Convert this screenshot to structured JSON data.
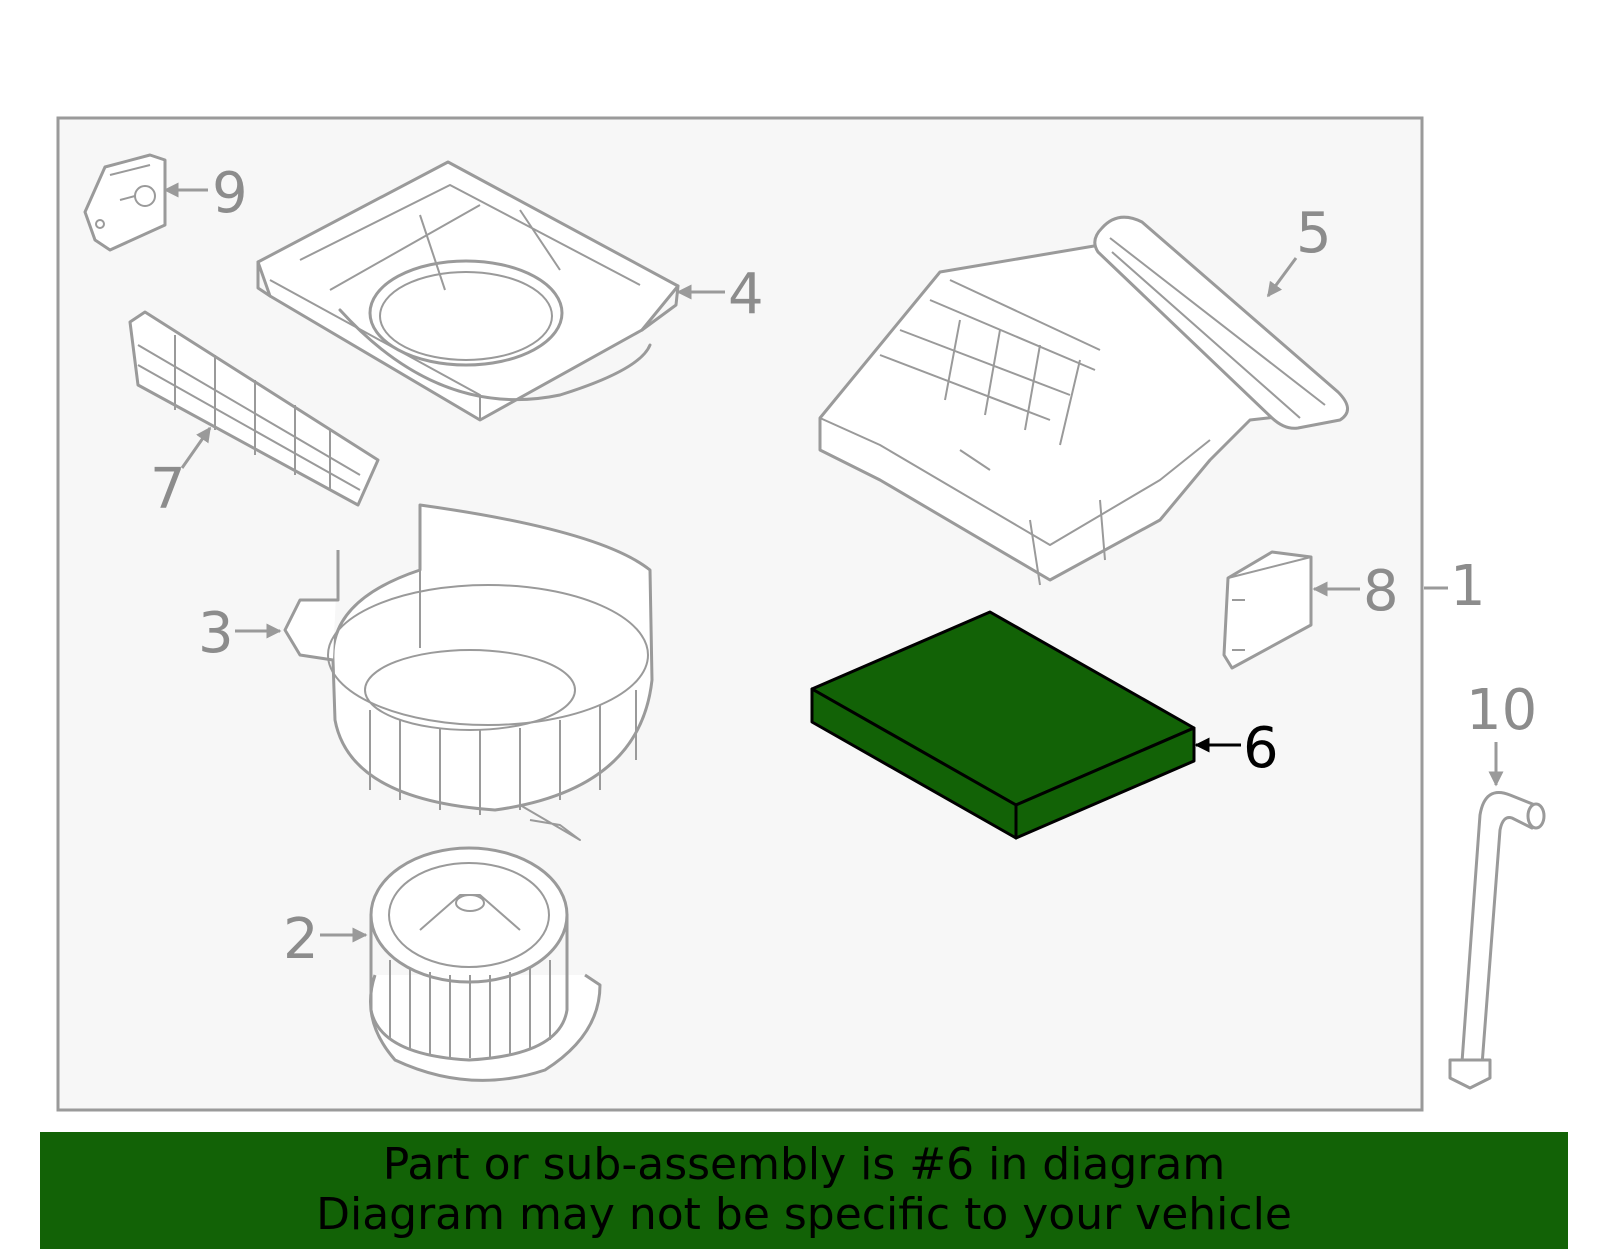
{
  "callouts": {
    "c1": "1",
    "c2": "2",
    "c3": "3",
    "c4": "4",
    "c5": "5",
    "c6": "6",
    "c7": "7",
    "c8": "8",
    "c9": "9",
    "c10": "10"
  },
  "highlighted_part": "6",
  "colors": {
    "highlight": "#126206",
    "line": "#9a9a9a",
    "frame_background": "#f7f7f7",
    "label": "#8c8c8c"
  },
  "banner": {
    "line1": "Part or sub-assembly is #6 in diagram",
    "line2": "Diagram may not be specific to your vehicle"
  }
}
